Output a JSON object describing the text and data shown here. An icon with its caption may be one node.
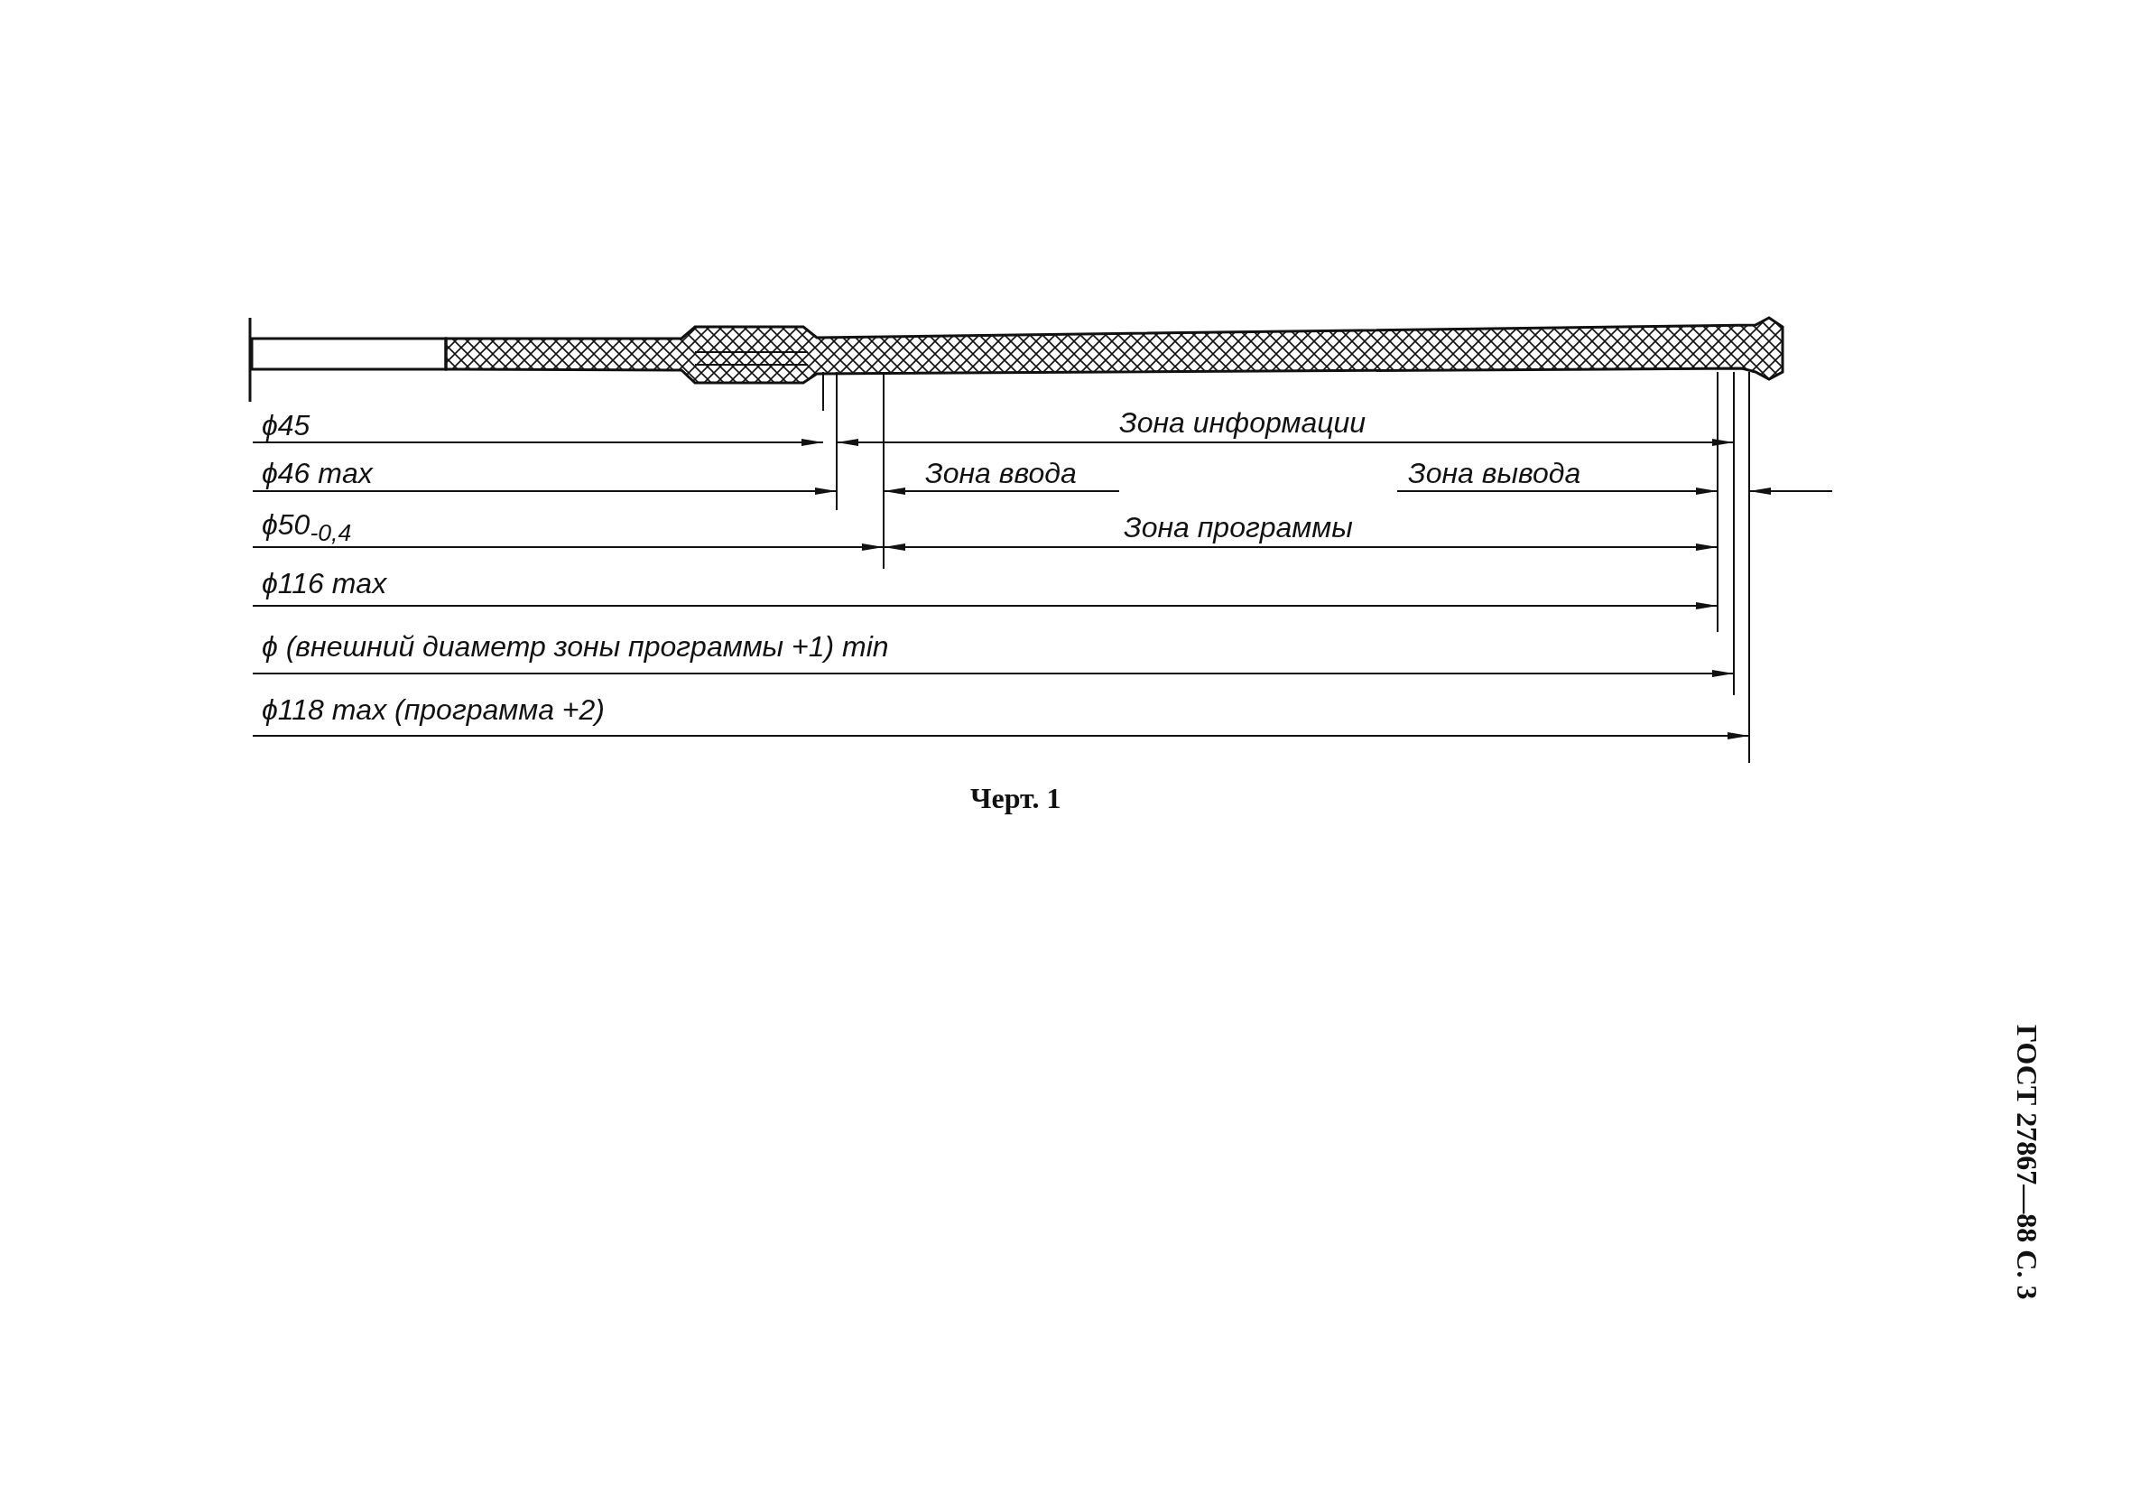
{
  "diagram": {
    "caption": "Черт. 1",
    "labels": [
      "ϕ45",
      "Зона информации",
      "ϕ46 max",
      "Зона ввода",
      "Зона вывода",
      "ϕ50$_{-0,4}$",
      "Зона программы",
      "ϕ116 max",
      "ϕ (внешний диаметр зоны программы +1) min",
      "ϕ118 max (программа +2)",
      "ГОСТ 27867—88 С. 3"
    ]
  }
}
